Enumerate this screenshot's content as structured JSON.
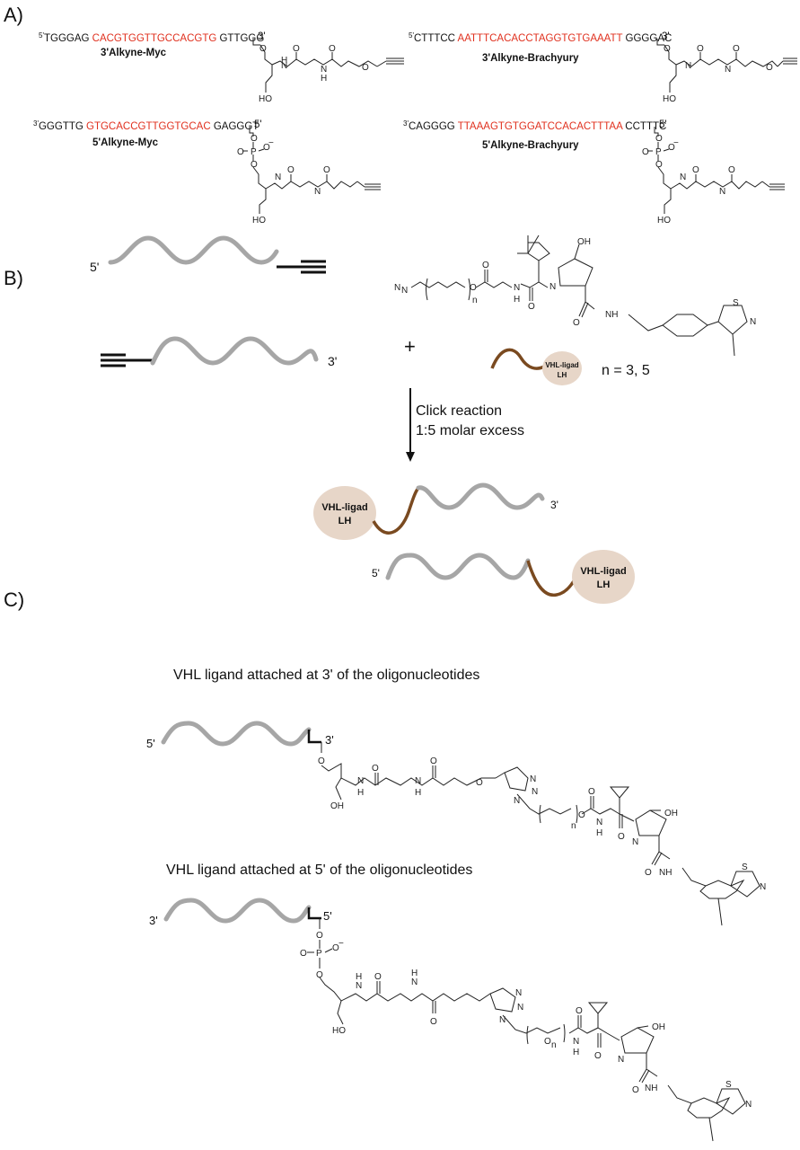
{
  "panels": {
    "a": "A)",
    "b": "B)",
    "c": "C)"
  },
  "panelA": {
    "myc3": {
      "prime_start": "5'",
      "left": "TGGGAG ",
      "mid": "CACGTGGTTGCCACGTG",
      "right": " GTTGGG",
      "prime_end": "3'",
      "name": "3'Alkyne-Myc"
    },
    "brachy3": {
      "prime_start": "5'",
      "left": "CTTTCC ",
      "mid": "AATTTCACACCTAGGTGTGAAATT",
      "right": " GGGGAC",
      "prime_end": "3'",
      "name": "3'Alkyne-Brachyury"
    },
    "myc5": {
      "prime_start": "3'",
      "left": "GGGTTG ",
      "mid": "GTGCACCGTTGGTGCAC",
      "right": " GAGGGT",
      "prime_end": "5'",
      "name": "5'Alkyne-Myc"
    },
    "brachy5": {
      "prime_start": "3'",
      "left": "CAGGGG ",
      "mid": "TTAAAGTGTGGATCCACACTTTAA",
      "right": " CCTTTC",
      "prime_end": "5'",
      "name": "5'Alkyne-Brachyury"
    }
  },
  "panelB": {
    "end5": "5'",
    "end3": "3'",
    "plus": "+",
    "n_values": "n = 3, 5",
    "arrow_line1": "Click reaction",
    "arrow_line2": "1:5 molar excess",
    "ligand_small_l1": "VHL-ligad",
    "ligand_small_l2": "LH",
    "ligand_l1": "VHL-ligad",
    "ligand_l2": "LH",
    "prod1_end": "3'",
    "prod2_end": "5'"
  },
  "panelC": {
    "title3": "VHL ligand attached at  3' of  the oligonucleotides",
    "title5": "VHL ligand attached at  5' of  the oligonucleotides",
    "c3_start": "5'",
    "c3_end": "3'",
    "c5_start": "3'",
    "c5_end": "5'"
  },
  "atoms": {
    "O": "O",
    "N": "N",
    "NH": "NH",
    "HN": "HN",
    "H": "H",
    "OH": "OH",
    "HO": "HO",
    "P": "P",
    "S": "S",
    "n": "n",
    "N3": "N",
    "minus": "−"
  },
  "colors": {
    "red_sequence": "#e0301e",
    "wave": "#a6a6a6",
    "linker": "#7a4a20",
    "ligand_fill": "#e7d6c8"
  }
}
